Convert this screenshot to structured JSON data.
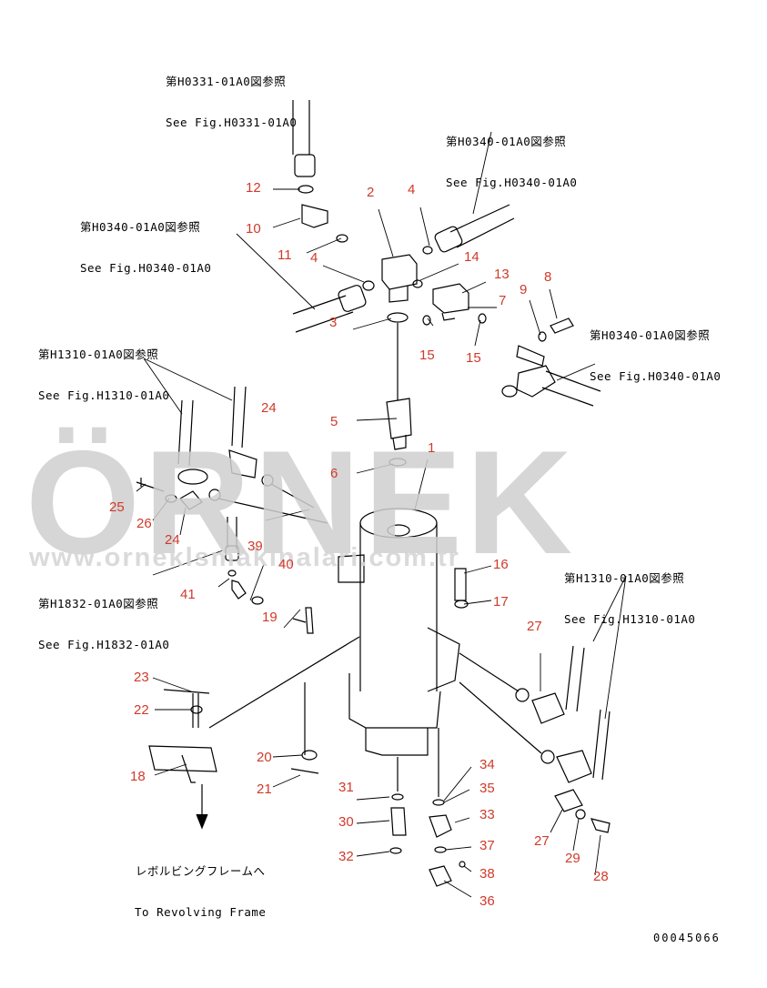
{
  "watermark": {
    "brand": "ÖRNEK",
    "url": "www.orneklsmakinalari.com.tr"
  },
  "references": [
    {
      "id": "ref-h0331",
      "jp": "第H0331-01A0図参照",
      "en": "See Fig.H0331-01A0"
    },
    {
      "id": "ref-h0340-a",
      "jp": "第H0340-01A0図参照",
      "en": "See Fig.H0340-01A0"
    },
    {
      "id": "ref-h0340-b",
      "jp": "第H0340-01A0図参照",
      "en": "See Fig.H0340-01A0"
    },
    {
      "id": "ref-h0340-c",
      "jp": "第H0340-01A0図参照",
      "en": "See Fig.H0340-01A0"
    },
    {
      "id": "ref-h1310-a",
      "jp": "第H1310-01A0図参照",
      "en": "See Fig.H1310-01A0"
    },
    {
      "id": "ref-h1832",
      "jp": "第H1832-01A0図参照",
      "en": "See Fig.H1832-01A0"
    },
    {
      "id": "ref-h1310-b",
      "jp": "第H1310-01A0図参照",
      "en": "See Fig.H1310-01A0"
    },
    {
      "id": "ref-revolving",
      "jp": "レボルビングフレームへ",
      "en": "To Revolving Frame"
    }
  ],
  "part_numbers": [
    "1",
    "2",
    "3",
    "4",
    "4",
    "5",
    "6",
    "7",
    "8",
    "9",
    "10",
    "11",
    "12",
    "13",
    "14",
    "15",
    "15",
    "16",
    "17",
    "18",
    "19",
    "20",
    "21",
    "22",
    "23",
    "24",
    "24",
    "25",
    "26",
    "27",
    "27",
    "28",
    "29",
    "30",
    "31",
    "32",
    "33",
    "34",
    "35",
    "36",
    "37",
    "38",
    "39",
    "40",
    "41"
  ],
  "drawing_number": "00045066"
}
